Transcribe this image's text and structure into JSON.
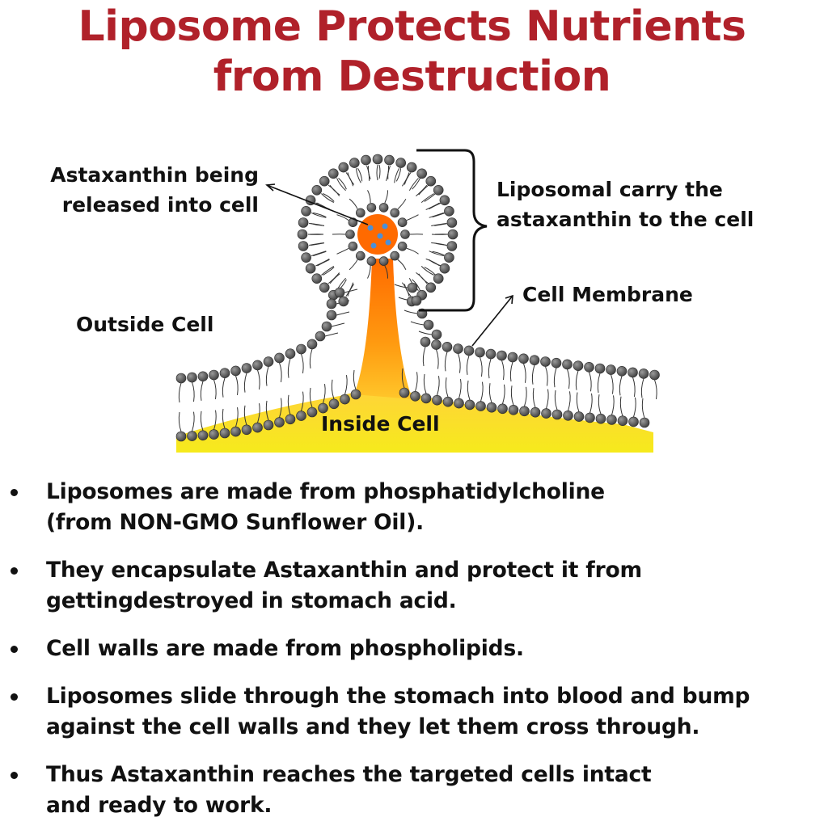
{
  "title": {
    "line1": "Liposome Protects Nutrients",
    "line2": "from Destruction"
  },
  "labels": {
    "astaxanthin_release_line1": "Astaxanthin being",
    "astaxanthin_release_line2": "released into cell",
    "liposomal_carry_line1": "Liposomal carry the",
    "liposomal_carry_line2": "astaxanthin to the cell",
    "cell_membrane": "Cell Membrane",
    "outside_cell": "Outside Cell",
    "inside_cell": "Inside Cell"
  },
  "bullets": [
    {
      "line1": "Liposomes are made from phosphatidylcholine",
      "line2": "(from NON-GMO Sunflower Oil)."
    },
    {
      "line1": "They encapsulate Astaxanthin and protect it from",
      "line2": "gettingdestroyed in stomach acid."
    },
    {
      "line1": "Cell walls are made from phospholipids.",
      "line2": ""
    },
    {
      "line1": "Liposomes slide through the stomach into blood and bump",
      "line2": "against the cell walls and they let them cross through."
    },
    {
      "line1": "Thus Astaxanthin reaches the targeted cells intact",
      "line2": "and ready to work."
    }
  ],
  "colors": {
    "title": "#b0212a",
    "head_fill": "#5c5c5c",
    "cytoplasm_top": "#ffd83a",
    "cytoplasm_bottom": "#f7e81b",
    "channel_orange": "#ff7a00",
    "payload_dot": "#4a90d9"
  },
  "icons": [
    "phospholipid-head",
    "phospholipid-tail",
    "bracket",
    "arrow"
  ]
}
